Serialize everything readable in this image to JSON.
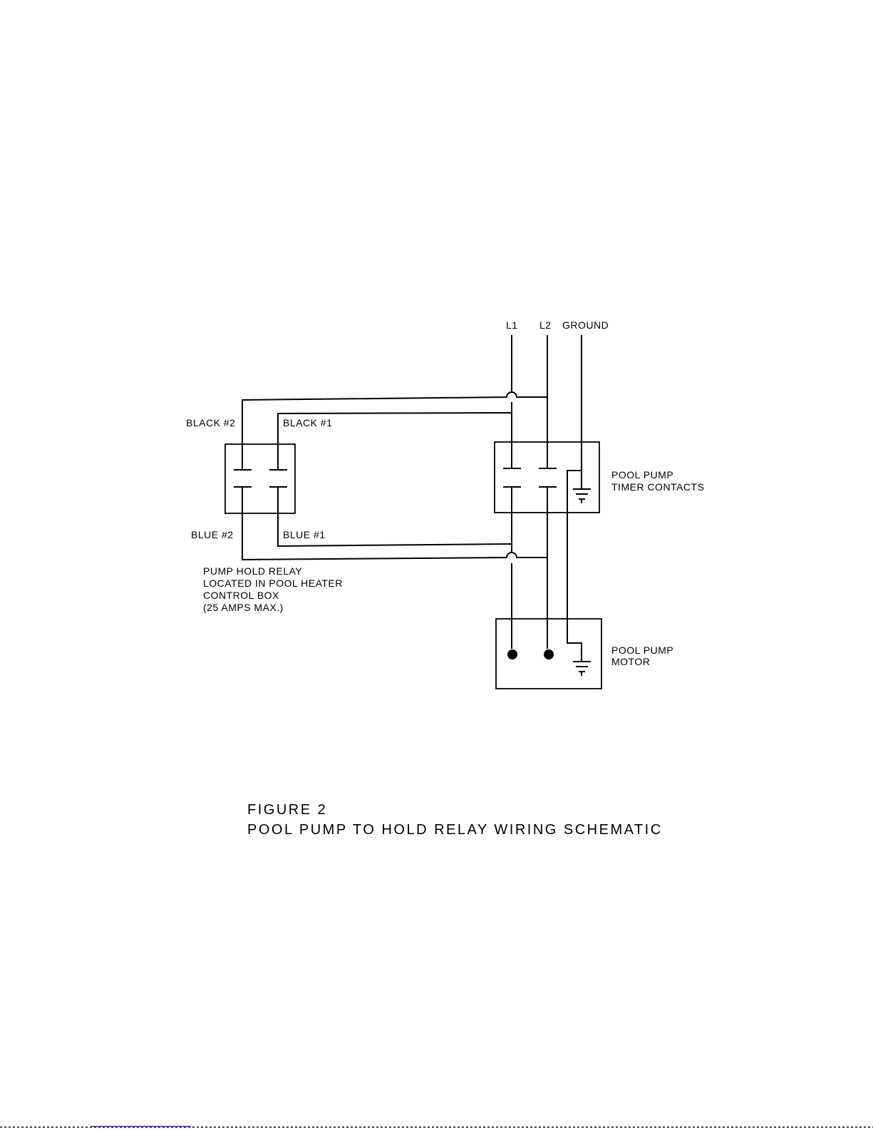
{
  "labels": {
    "l1": "L1",
    "l2": "L2",
    "ground": "GROUND",
    "black2": "BLACK #2",
    "black1": "BLACK #1",
    "blue2": "BLUE #2",
    "blue1": "BLUE #1",
    "timer_line1": "POOL PUMP",
    "timer_line2": "TIMER CONTACTS",
    "relay_line1": "PUMP HOLD RELAY",
    "relay_line2": "LOCATED IN POOL HEATER",
    "relay_line3": "CONTROL BOX",
    "relay_line4": "(25 AMPS MAX.)",
    "motor_line1": "POOL PUMP",
    "motor_line2": "MOTOR"
  },
  "caption": {
    "figure": "FIGURE 2",
    "title": "POOL PUMP TO HOLD RELAY WIRING SCHEMATIC"
  },
  "icons": [
    "ground-symbol-icon",
    "terminal-dot-icon",
    "relay-contact-icon"
  ]
}
